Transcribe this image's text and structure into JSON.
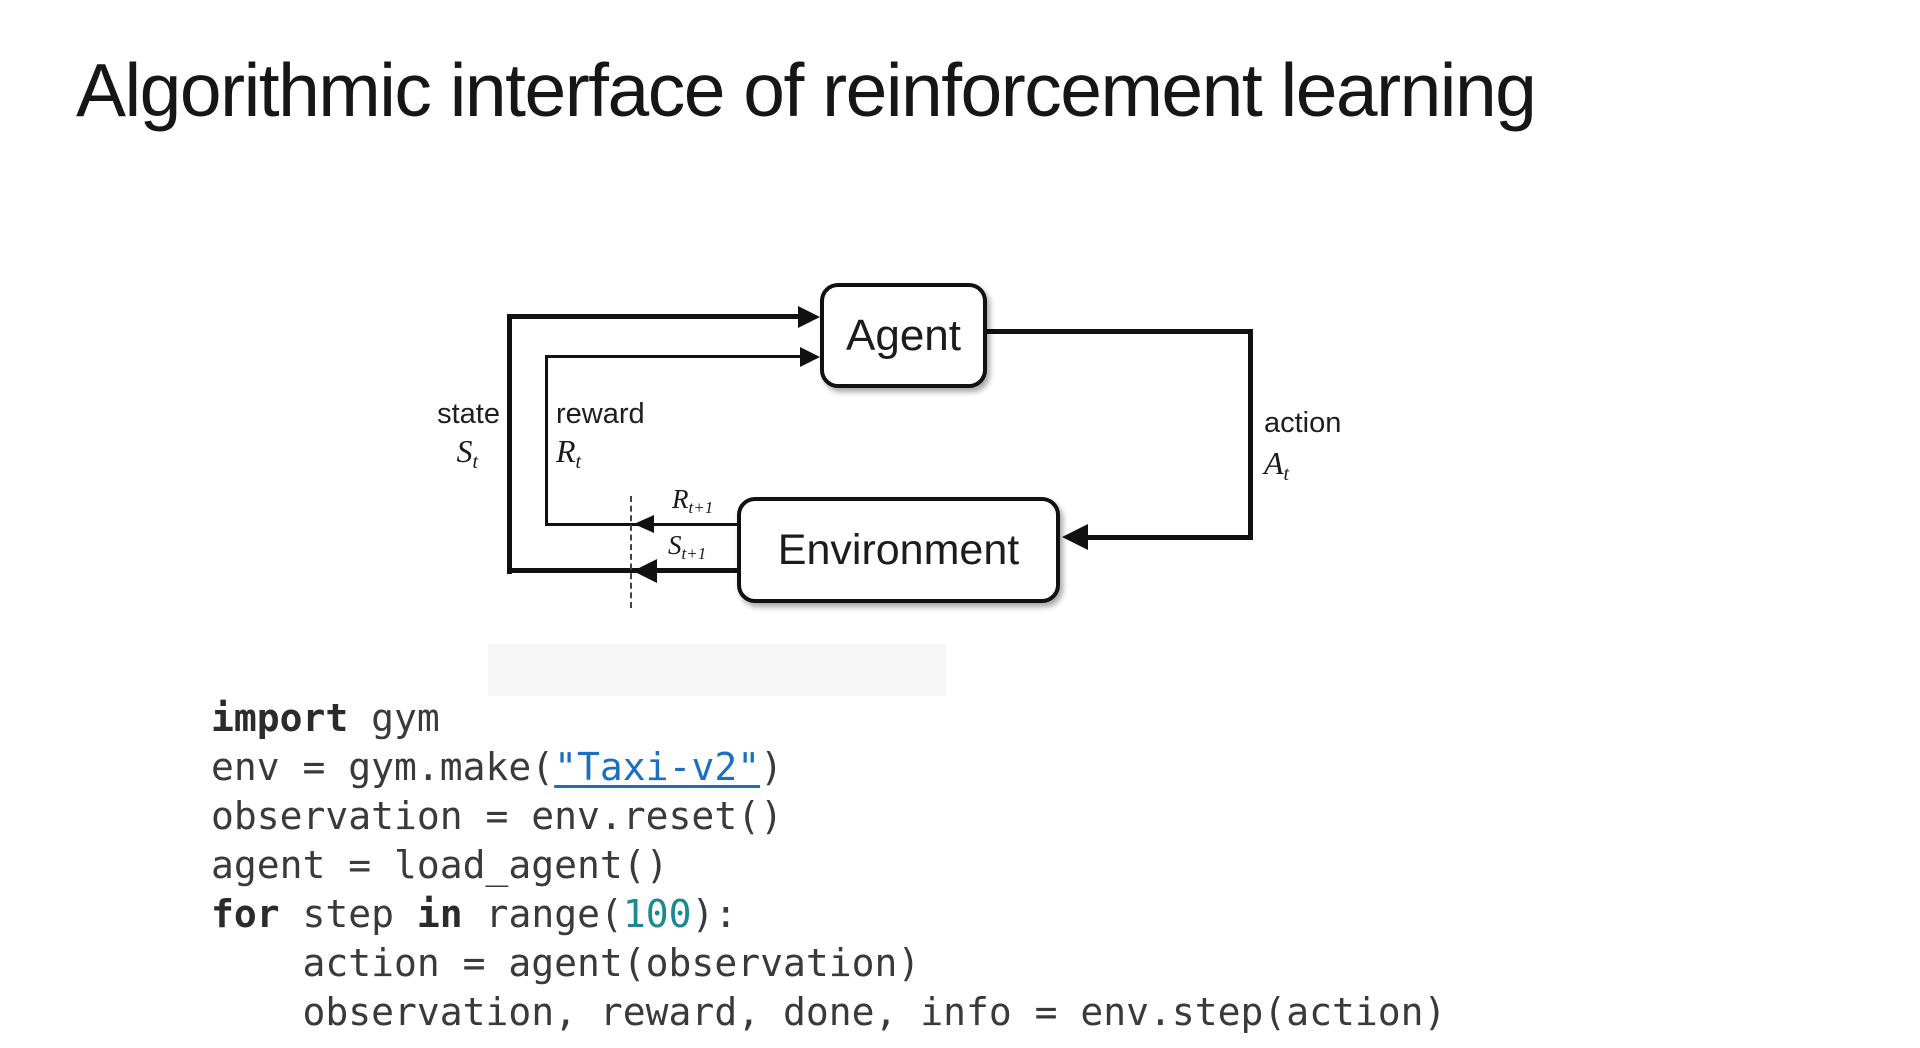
{
  "title": "Algorithmic interface of reinforcement learning",
  "colors": {
    "link_blue": "#1b6ec2",
    "number_teal": "#1a8a8e",
    "code_text": "#3a3a3a",
    "line_black": "#111111"
  },
  "diagram": {
    "agent_label": "Agent",
    "environment_label": "Environment",
    "labels": {
      "state": {
        "word": "state",
        "sym": "S",
        "sub": "t"
      },
      "reward": {
        "word": "reward",
        "sym": "R",
        "sub": "t"
      },
      "action": {
        "word": "action",
        "sym": "A",
        "sub": "t"
      },
      "reward_next": {
        "sym": "R",
        "sub": "t+1"
      },
      "state_next": {
        "sym": "S",
        "sub": "t+1"
      }
    }
  },
  "code": {
    "lines": [
      [
        {
          "t": "import",
          "s": "kw"
        },
        {
          "t": " gym"
        }
      ],
      [
        {
          "t": "env = gym.make("
        },
        {
          "t": "\"Taxi-v2\"",
          "s": "link"
        },
        {
          "t": ")"
        }
      ],
      [
        {
          "t": "observation = env.reset()"
        }
      ],
      [
        {
          "t": "agent = load_agent()"
        }
      ],
      [
        {
          "t": "for",
          "s": "kw"
        },
        {
          "t": " step "
        },
        {
          "t": "in",
          "s": "kw"
        },
        {
          "t": " range("
        },
        {
          "t": "100",
          "s": "num"
        },
        {
          "t": "):"
        }
      ],
      [
        {
          "t": "    action = agent(observation)"
        }
      ],
      [
        {
          "t": "    observation, reward, done, info = env.step(action)"
        }
      ]
    ]
  }
}
